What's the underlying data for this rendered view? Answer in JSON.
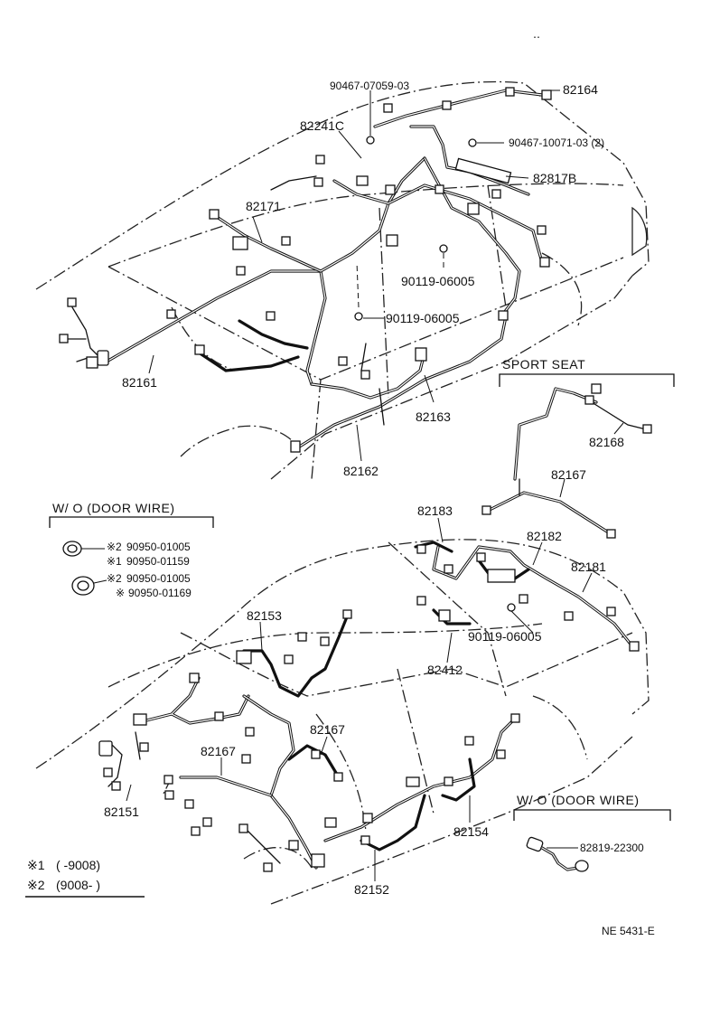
{
  "top": {
    "labels": {
      "p90467_07059": "90467-07059-03",
      "p82164": "82164",
      "p82241c": "82241C",
      "p90467_10071": "90467-10071-03 (2)",
      "p82817b": "82817B",
      "p82171": "82171",
      "p90119_a": "90119-06005",
      "p90119_b": "90119-06005",
      "p82161": "82161",
      "p82163": "82163",
      "p82162": "82162"
    }
  },
  "sport_seat": {
    "title": "SPORT SEAT",
    "labels": {
      "p82168": "82168",
      "p82167": "82167"
    }
  },
  "door_wire_left": {
    "title": "W/ O (DOOR WIRE)",
    "rows": [
      {
        "mark": "※2",
        "part": "90950-01005"
      },
      {
        "mark": "※1",
        "part": "90950-01159"
      },
      {
        "mark": "※2",
        "part": "90950-01005"
      },
      {
        "mark": "※",
        "part": "90950-01169"
      }
    ]
  },
  "bottom": {
    "labels": {
      "p82183": "82183",
      "p82182": "82182",
      "p82181": "82181",
      "p82153": "82153",
      "p90119_c": "90119-06005",
      "p82412": "82412",
      "p82167a": "82167",
      "p82167b": "82167",
      "p82151": "82151",
      "p82154": "82154",
      "p82152": "82152"
    }
  },
  "door_wire_right": {
    "title": "W/ O (DOOR WIRE)",
    "part": "82819-22300"
  },
  "legend": [
    {
      "mark": "※1",
      "range": "(    -9008)"
    },
    {
      "mark": "※2",
      "range": "(9008-     )"
    }
  ],
  "ref_code": "NE 5431-E",
  "corner_mark": "‥"
}
